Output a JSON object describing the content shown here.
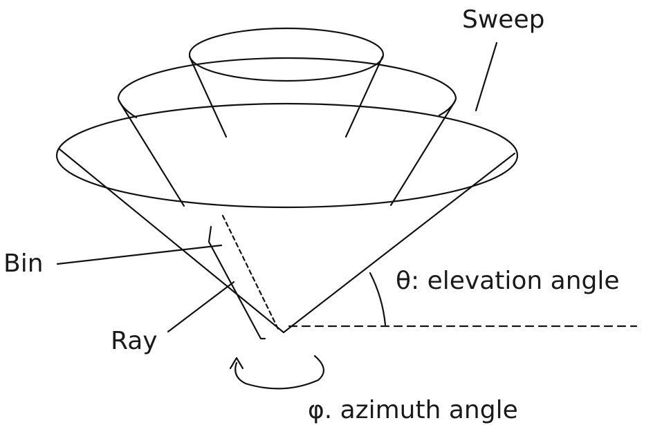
{
  "labels": {
    "sweep": "Sweep",
    "bin": "Bin",
    "ray": "Ray",
    "elevation": "θ: elevation angle",
    "azimuth": "φ. azimuth angle"
  }
}
